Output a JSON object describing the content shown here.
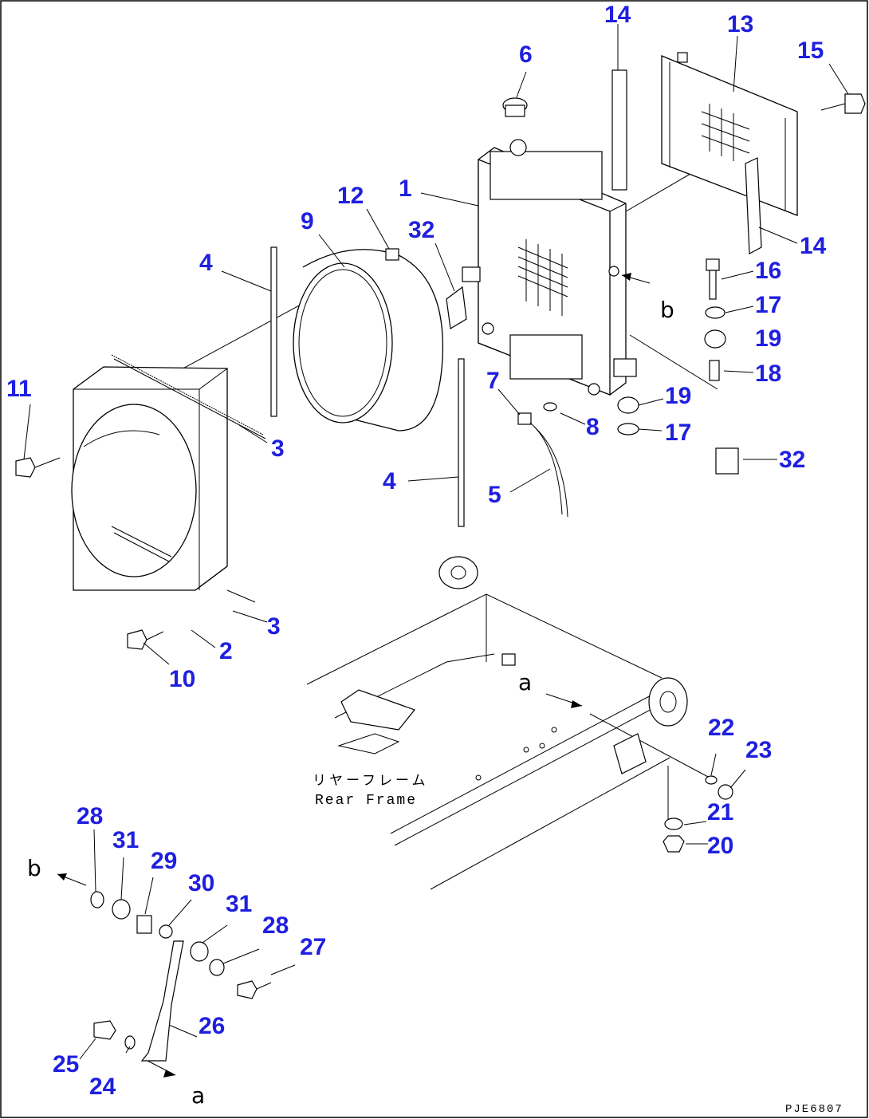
{
  "callouts": {
    "n1": "1",
    "n2": "2",
    "n3a": "3",
    "n3b": "3",
    "n4a": "4",
    "n4b": "4",
    "n5": "5",
    "n6": "6",
    "n7": "7",
    "n8": "8",
    "n9": "9",
    "n10": "10",
    "n11": "11",
    "n12": "12",
    "n13": "13",
    "n14a": "14",
    "n14b": "14",
    "n15": "15",
    "n16": "16",
    "n17a": "17",
    "n17b": "17",
    "n18": "18",
    "n19a": "19",
    "n19b": "19",
    "n20": "20",
    "n21": "21",
    "n22": "22",
    "n23": "23",
    "n24": "24",
    "n25": "25",
    "n26": "26",
    "n27": "27",
    "n28a": "28",
    "n28b": "28",
    "n29": "29",
    "n30": "30",
    "n31a": "31",
    "n31b": "31",
    "n32a": "32",
    "n32b": "32"
  },
  "refs": {
    "a_top": "a",
    "a_bottom": "a",
    "b_top": "b",
    "b_bottom": "b"
  },
  "frame_label": {
    "jp": "リヤーフレーム",
    "en": "Rear Frame"
  },
  "drawing_code": "PJE6807",
  "colors": {
    "callout": "#1f1fe0",
    "line": "#000000"
  }
}
